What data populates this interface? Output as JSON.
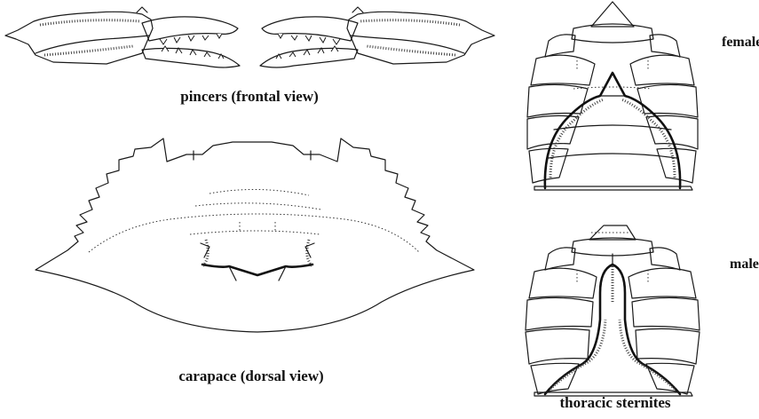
{
  "labels": {
    "pincers": "pincers (frontal view)",
    "carapace": "carapace (dorsal view)",
    "female": "female",
    "male": "male",
    "sternites": "thoracic sternites"
  }
}
